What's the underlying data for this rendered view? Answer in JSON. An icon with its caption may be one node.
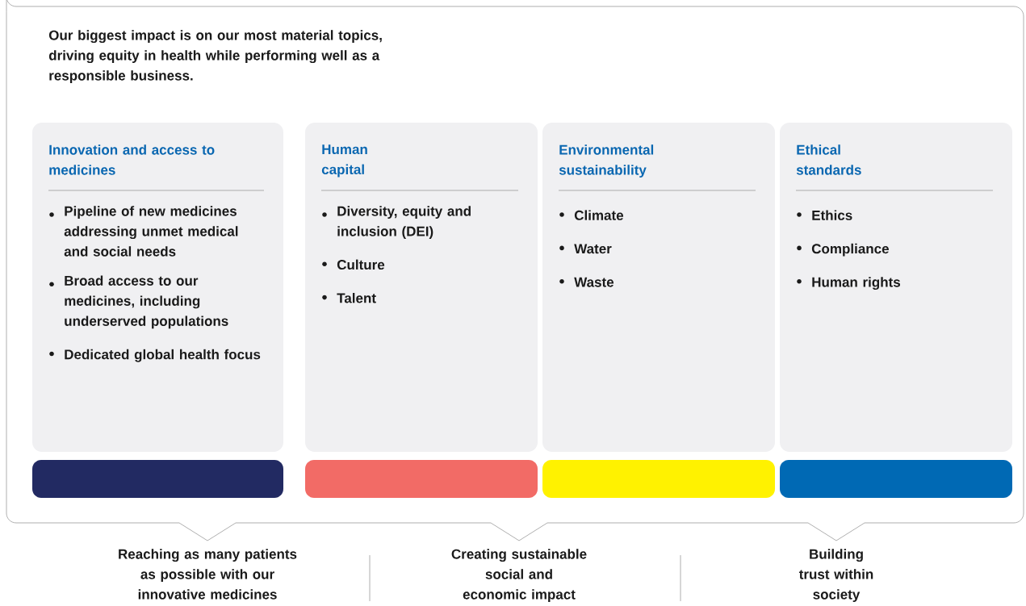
{
  "diagram": {
    "nodes": [
      {
        "text": [
          "Our biggest impact is on our most material topics, driving equity in health while performing well as a responsible business."
        ]
      },
      {
        "text": [
          "Innovation and access to medicines",
          "Pipeline of new medicines addressing unmet medical and social needs",
          "Broad access to our medicines, including underserved populations",
          "Dedicated global health focus"
        ],
        "in": 0
      },
      {
        "text": [
          "Human capital",
          "Diversity, equity and inclusion (DEI)",
          "Culture",
          "Talent"
        ],
        "in": 0
      },
      {
        "text": [
          "Environmental sustainability",
          "Climate",
          "Water",
          "Waste"
        ],
        "in": 0
      },
      {
        "text": [
          "Ethical standards",
          "Ethics",
          "Compliance",
          "Human rights"
        ],
        "in": 0
      },
      {
        "text": [],
        "shape": "bar",
        "in": 0
      },
      {
        "text": [],
        "shape": "bar",
        "in": 0
      },
      {
        "text": [],
        "shape": "bar",
        "in": 0
      },
      {
        "text": [],
        "shape": "bar",
        "in": 0
      }
    ],
    "labels": [
      "Reaching as many patients as possible with our innovative medicines",
      "Creating sustainable social and economic impact",
      "Building trust within society"
    ]
  }
}
